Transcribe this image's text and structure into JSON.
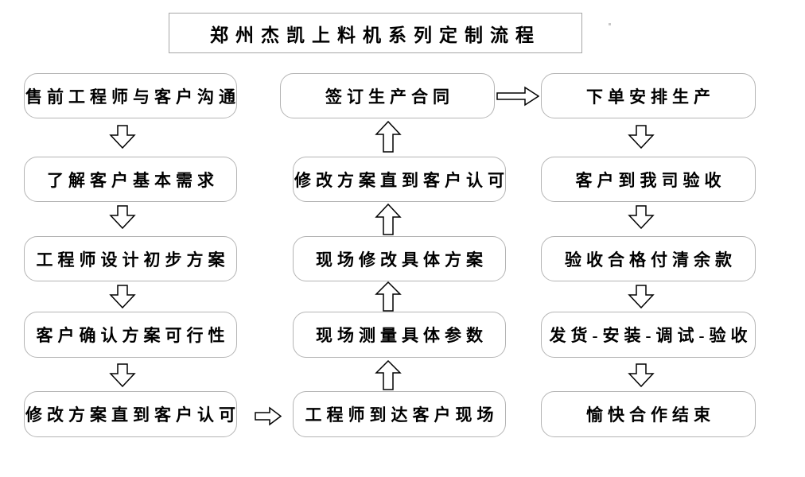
{
  "title": "郑州杰凯上料机系列定制流程",
  "flow": {
    "left_column": [
      "售前工程师与客户沟通",
      "了解客户基本需求",
      "工程师设计初步方案",
      "客户确认方案可行性",
      "修改方案直到客户认可"
    ],
    "middle_column": [
      "签订生产合同",
      "修改方案直到客户认可",
      "现场修改具体方案",
      "现场测量具体参数",
      "工程师到达客户现场"
    ],
    "right_column": [
      "下单安排生产",
      "客户到我司验收",
      "验收合格付清余款",
      "发货-安装-调试-验收",
      "愉快合作结束"
    ]
  },
  "icons": {
    "down_arrow": "arrow-down-icon",
    "up_arrow": "arrow-up-icon",
    "right_arrow": "arrow-right-icon"
  },
  "colors": {
    "background": "#ffffff",
    "box_border": "#b4b4b4",
    "title_border": "#a6a6a6",
    "arrow_outline": "#000000",
    "text": "#000000"
  }
}
